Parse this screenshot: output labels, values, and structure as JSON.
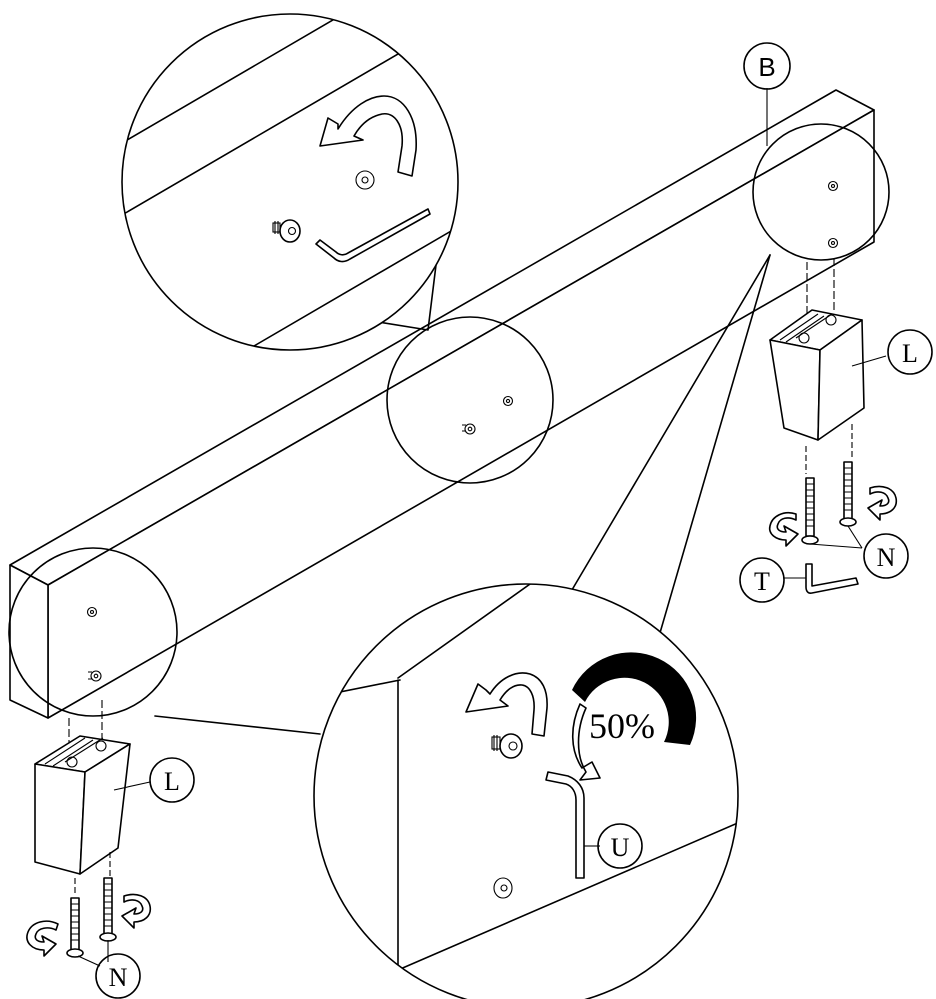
{
  "labels": {
    "panel": "B",
    "leg_left": "L",
    "leg_right": "L",
    "bolt_left": "N",
    "bolt_right": "N",
    "hex_key_small": "T",
    "hex_key_large": "U",
    "tighten_amount": "50%"
  }
}
